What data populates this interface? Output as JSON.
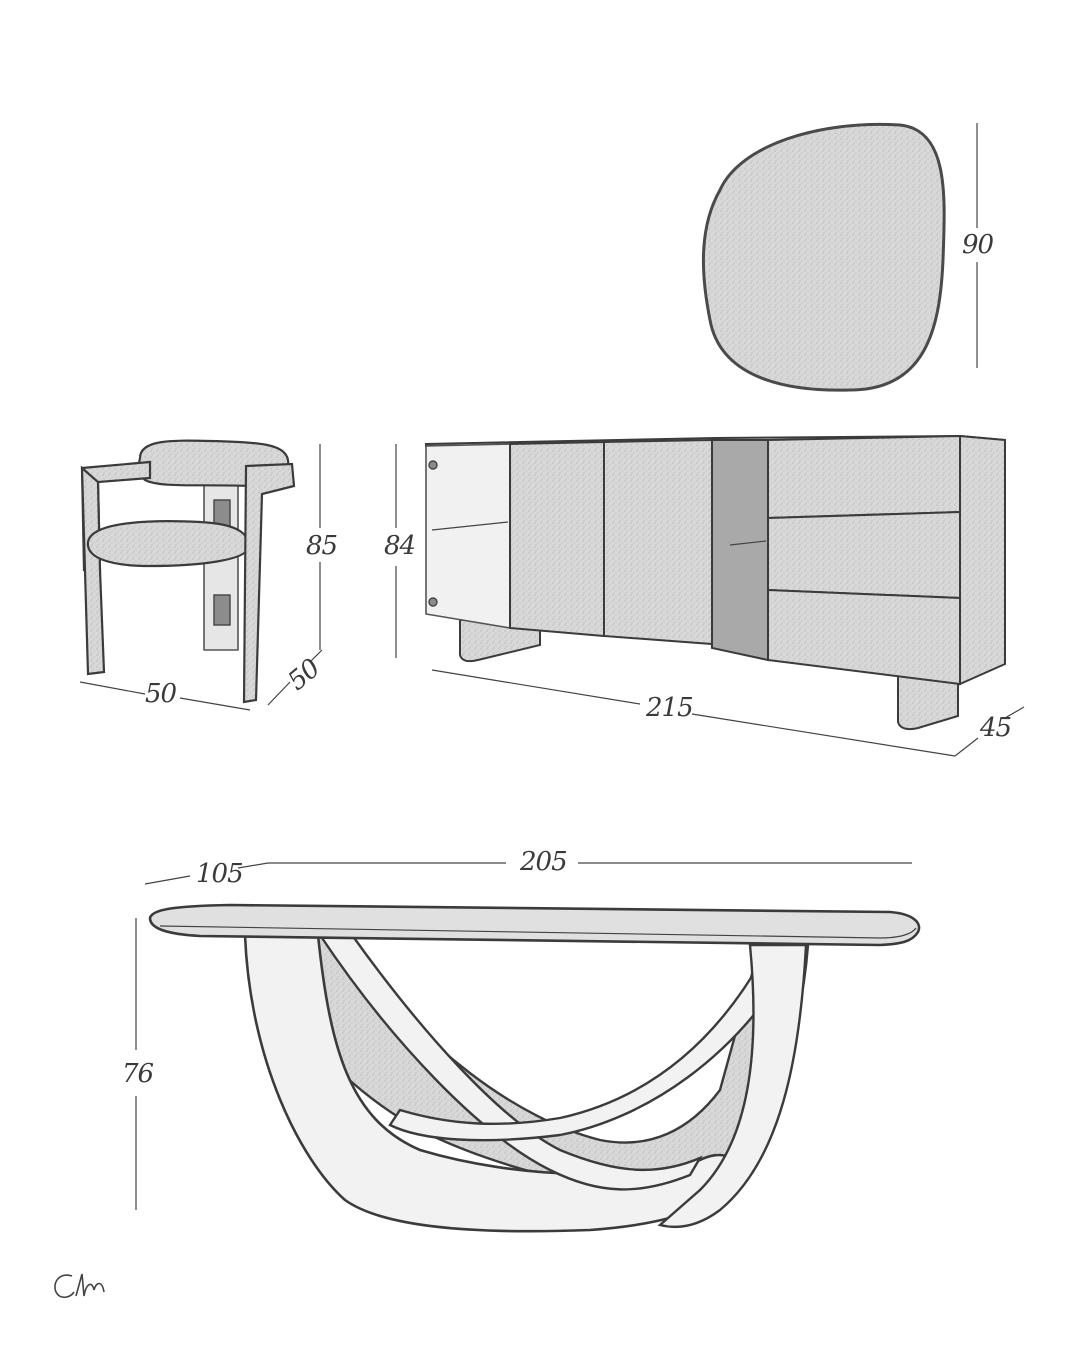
{
  "dimensions": {
    "mirror_height": "90",
    "chair_height": "85",
    "chair_width": "50",
    "chair_depth": "50",
    "sideboard_height": "84",
    "sideboard_width": "215",
    "sideboard_depth": "45",
    "table_depth": "105",
    "table_width": "205",
    "table_height": "76"
  },
  "colors": {
    "line": "#3b3b3b",
    "fill": "#d9d9d9",
    "background": "#ffffff"
  }
}
